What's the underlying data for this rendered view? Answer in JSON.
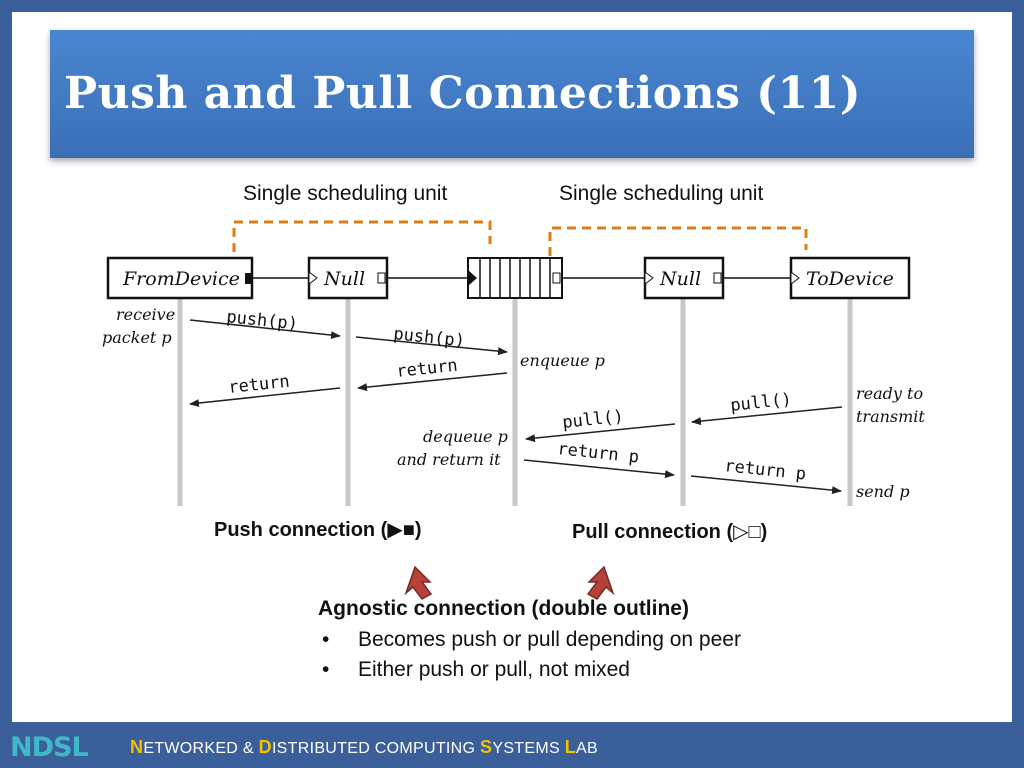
{
  "slide": {
    "title": "Push and Pull Connections (11)",
    "labels": {
      "scheduling_left": "Single scheduling unit",
      "scheduling_right": "Single scheduling unit",
      "push_connection": "Push connection (",
      "push_connection_glyphs": "▶■",
      "pull_connection": "Pull connection (",
      "pull_connection_glyphs": "▷□",
      "close_paren": ")"
    },
    "diagram": {
      "elements": [
        "FromDevice",
        "Null",
        "Null",
        "ToDevice"
      ],
      "messages": {
        "push_p": "push(p)",
        "return": "return",
        "pull": "pull()",
        "return_p": "return p"
      },
      "annotations": {
        "receive": "receive",
        "packet_p": "packet p",
        "enqueue_p": "enqueue p",
        "dequeue_p": "dequeue p",
        "and_return_it": "and return it",
        "ready_to": "ready to",
        "transmit": "transmit",
        "send_p": "send p"
      }
    },
    "agnostic": {
      "title": "Agnostic connection (double outline)",
      "bullets": [
        "Becomes push or pull depending on peer",
        "Either push or pull, not mixed"
      ]
    },
    "footer": {
      "logo": "NDSL",
      "lab": {
        "n": "N",
        "n_rest": "ETWORKED & ",
        "d": "D",
        "d_rest": "ISTRIBUTED COMPUTING ",
        "s": "S",
        "s_rest": "YSTEMS ",
        "l": "L",
        "l_rest": "AB"
      }
    },
    "colors": {
      "background": "#3b5f9a",
      "title_bar": "#4a86d0",
      "scheduling_dash": "#e07b1a",
      "lifeline": "#c8c8c8",
      "callout_arrow": "#b5413a",
      "footer_accent": "#f2c200",
      "logo_teal": "#3fb8c8",
      "logo_orange": "#f2a020"
    }
  }
}
